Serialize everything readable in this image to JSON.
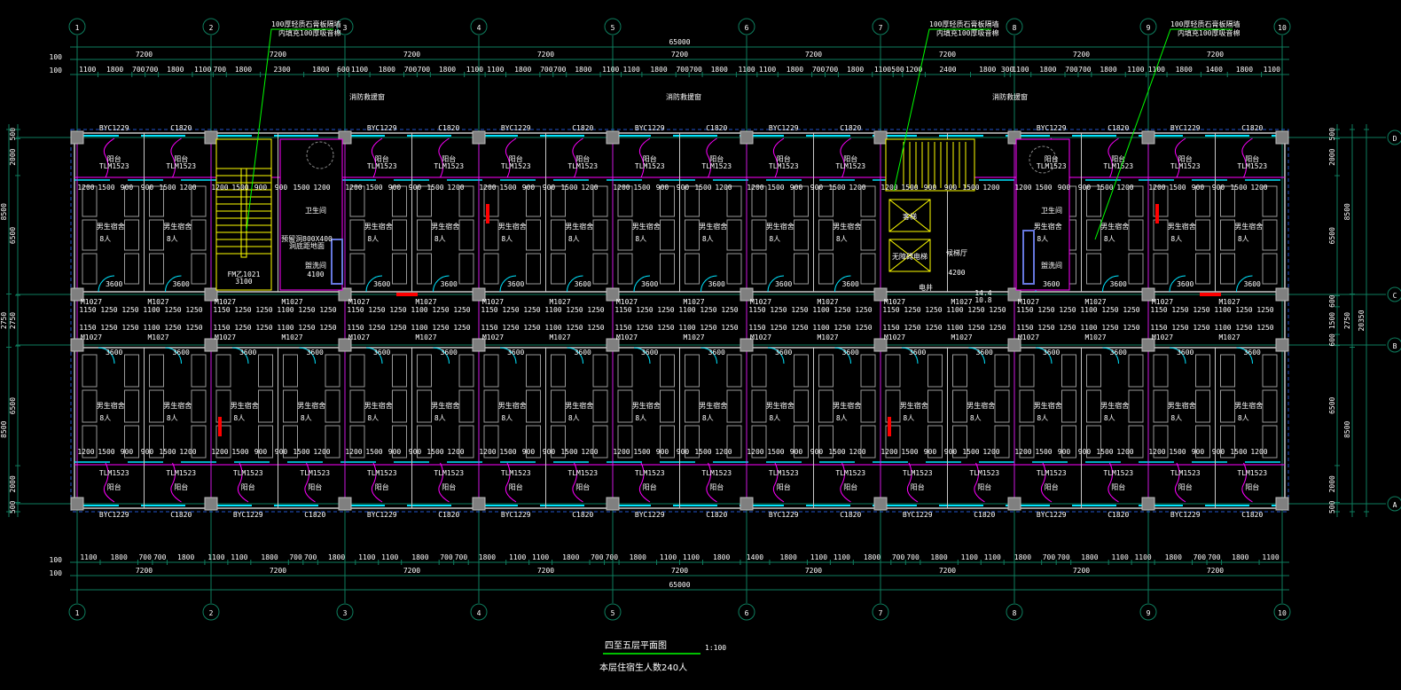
{
  "drawing": {
    "title": "四至五层平面图",
    "scale": "1:100",
    "occupancy_note": "本层住宿生人数240人",
    "colors": {
      "background": "#000000",
      "axis": "#0e7d5e",
      "wall": "#c8c8c8",
      "column": "#808080",
      "window": "#00e5ff",
      "balcony": "#ff00ff",
      "stair": "#ffff00",
      "leader": "#00ff00",
      "fire": "#ff0000",
      "text": "#ffffff"
    }
  },
  "axes": {
    "vertical": [
      "1",
      "2",
      "3",
      "4",
      "5",
      "6",
      "7",
      "8",
      "9",
      "10"
    ],
    "horizontal": [
      "D",
      "C",
      "B",
      "A"
    ]
  },
  "dimensions": {
    "overall_length": "65000",
    "overall_depth": "20350",
    "bays": [
      "7200",
      "7200",
      "7200",
      "7200",
      "7200",
      "7200",
      "7200",
      "7200",
      "7200"
    ],
    "edge_offsets": [
      "100",
      "100"
    ],
    "top_chain": [
      "1100",
      "1800",
      "700",
      "700",
      "1800",
      "1100",
      "700",
      "1800",
      "2300",
      "1800",
      "600",
      "1100",
      "1800",
      "700",
      "700",
      "1800",
      "1100",
      "1100",
      "1800",
      "700",
      "700",
      "1800",
      "1100",
      "1100",
      "1800",
      "700",
      "700",
      "1800",
      "1100",
      "1100",
      "1800",
      "700",
      "700",
      "1800",
      "1100",
      "500",
      "1200",
      "2400",
      "1800",
      "300",
      "1100",
      "1800",
      "700",
      "700",
      "1800",
      "1100",
      "1100",
      "1800",
      "1400",
      "1800",
      "1100"
    ],
    "bottom_chain": [
      "1100",
      "1800",
      "700",
      "700",
      "1800",
      "1100",
      "1100",
      "1800",
      "700",
      "700",
      "1800",
      "1100",
      "1100",
      "1800",
      "700",
      "700",
      "1800",
      "1100",
      "1100",
      "1800",
      "700",
      "700",
      "1800",
      "1100",
      "1100",
      "1800",
      "1400",
      "1800",
      "1100",
      "1100",
      "1800",
      "700",
      "700",
      "1800",
      "1100",
      "1100",
      "1800",
      "700",
      "700",
      "1800",
      "1100",
      "1100",
      "1800",
      "700",
      "700",
      "1800",
      "1100"
    ],
    "left_chain": [
      "500",
      "2000",
      "6500",
      "2750",
      "6500",
      "2000",
      "500"
    ],
    "left_totals": [
      "8500",
      "2750",
      "8500"
    ],
    "right_chain": [
      "500",
      "2000",
      "6500",
      "600",
      "1500",
      "600",
      "6500",
      "2000",
      "500"
    ],
    "right_totals": [
      "8500",
      "2750",
      "8500"
    ],
    "room_dims": [
      "1200",
      "1500",
      "900",
      "900",
      "1500",
      "1200"
    ],
    "room_width": "3600",
    "stair_width": "3100",
    "washroom_width": "4100",
    "hall_width": "4200",
    "corridor_chain": [
      "1150",
      "1250",
      "1250",
      "1100",
      "1250",
      "1250"
    ]
  },
  "rooms": {
    "dorm_label": "男生宿舍",
    "dorm_capacity": "8人",
    "balcony_label": "阳台",
    "toilet_label": "卫生间",
    "washroom_label": "盥洗间",
    "elevator_hall_label": "候梯厅",
    "passenger_elevator_label": "客梯",
    "accessible_elevator_label": "无障碍电梯",
    "shaft_label": "电井",
    "level_note": "14.4",
    "level_note2": "10.8",
    "slot_note": "预留洞800X400",
    "slot_note2": "洞底距地面"
  },
  "tags": {
    "window_a": "C1820",
    "window_b": "BYC1229",
    "door": "M1027",
    "fire_door": "FM乙1021",
    "balcony_door": "TLM1523",
    "ac_sizes": [
      "100",
      "600",
      "600",
      "100"
    ],
    "fire_window": "消防救援窗"
  },
  "notes": [
    {
      "line1": "100厚轻质石膏板隔墙",
      "line2": "内填充100厚吸音棉"
    },
    {
      "line1": "100厚轻质石膏板隔墙",
      "line2": "内填充100厚吸音棉"
    },
    {
      "line1": "100厚轻质石膏板隔墙",
      "line2": "内填充100厚吸音棉"
    }
  ]
}
